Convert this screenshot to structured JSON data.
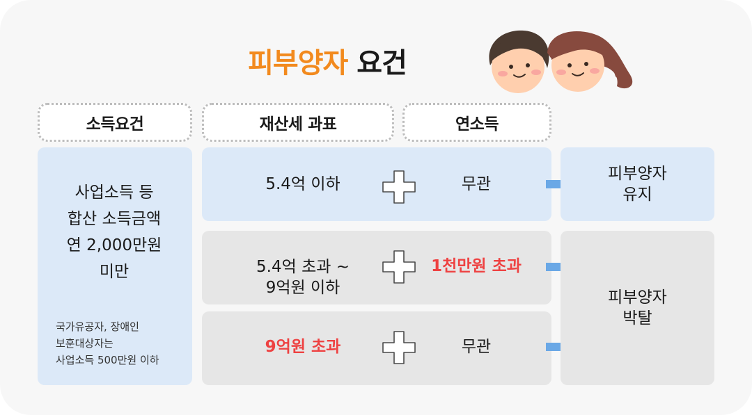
{
  "title": {
    "accent": "피부양자",
    "rest": "요건"
  },
  "headers": {
    "income": "소득요건",
    "property_tax": "재산세 과표",
    "annual_income": "연소득"
  },
  "income_requirement": {
    "main": "사업소득 등\n합산 소득금액\n연 2,000만원\n미만",
    "note": "국가유공자, 장애인\n보훈대상자는\n사업소득 500만원 이하"
  },
  "rows": [
    {
      "property": "5.4억 이하",
      "income": "무관",
      "property_highlight": false,
      "income_highlight": false
    },
    {
      "property": "5.4억 초과 ~\n9억원 이하",
      "income": "1천만원 초과",
      "property_highlight": false,
      "income_highlight": true
    },
    {
      "property": "9억원 초과",
      "income": "무관",
      "property_highlight": true,
      "income_highlight": false
    }
  ],
  "results": {
    "keep": "피부양자\n유지",
    "lose": "피부양자\n박탈"
  },
  "colors": {
    "accent_orange": "#f28a1e",
    "highlight_red": "#ee4242",
    "blue_box": "#dce9f8",
    "gray_box": "#e6e6e6",
    "arrow_blue": "#6aa8e6"
  },
  "icons": [
    "plus-icon",
    "arrow-right-icon",
    "faces-illustration"
  ]
}
